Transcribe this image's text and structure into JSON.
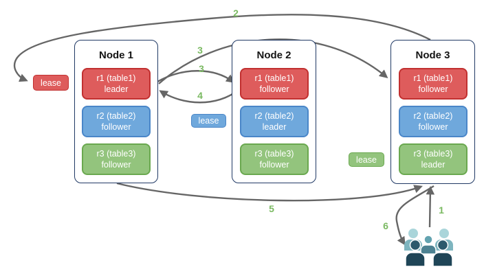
{
  "diagram": {
    "nodes": [
      {
        "title": "Node 1",
        "replicas": [
          {
            "name": "r1 (table1)",
            "role": "leader",
            "color": "red"
          },
          {
            "name": "r2 (table2)",
            "role": "follower",
            "color": "blue"
          },
          {
            "name": "r3 (table3)",
            "role": "follower",
            "color": "green"
          }
        ]
      },
      {
        "title": "Node 2",
        "replicas": [
          {
            "name": "r1 (table1)",
            "role": "follower",
            "color": "red"
          },
          {
            "name": "r2 (table2)",
            "role": "leader",
            "color": "blue"
          },
          {
            "name": "r3 (table3)",
            "role": "follower",
            "color": "green"
          }
        ]
      },
      {
        "title": "Node 3",
        "replicas": [
          {
            "name": "r1 (table1)",
            "role": "follower",
            "color": "red"
          },
          {
            "name": "r2 (table2)",
            "role": "follower",
            "color": "blue"
          },
          {
            "name": "r3 (table3)",
            "role": "leader",
            "color": "green"
          }
        ]
      }
    ],
    "leases": [
      {
        "label": "lease",
        "color": "#DE5C5C"
      },
      {
        "label": "lease",
        "color": "#6FA8DC"
      },
      {
        "label": "lease",
        "color": "#93C47D"
      }
    ],
    "steps": [
      {
        "label": "1"
      },
      {
        "label": "2"
      },
      {
        "label": "3"
      },
      {
        "label": "3"
      },
      {
        "label": "4"
      },
      {
        "label": "5"
      },
      {
        "label": "6"
      }
    ],
    "icons": {
      "users_group": "users-icon"
    },
    "colors": {
      "replica_red": "#DE5C5C",
      "replica_red_border": "#C13030",
      "replica_blue": "#6FA8DC",
      "replica_blue_border": "#4A86C8",
      "replica_green": "#93C47D",
      "replica_green_border": "#6AA84F",
      "node_border": "#1F3864",
      "arrow": "#666666",
      "step_label": "#7AB961",
      "users_back": "#7EB5BF",
      "users_back_head": "#A9D5DA",
      "users_mid": "#4D8292",
      "users_mid_head": "#63A3B0",
      "users_front": "#1F4557",
      "users_front_head": "#2C5A6C"
    }
  }
}
